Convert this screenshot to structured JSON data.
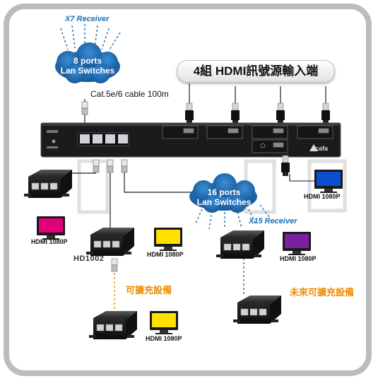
{
  "title": "4組 HDMI訊號源輸入端",
  "cable_label": "Cat.5e/6 cable 100m",
  "switch_top": {
    "line1": "8 ports",
    "line2": "Lan Switches"
  },
  "switch_mid": {
    "line1": "16 ports",
    "line2": "Lan Switches"
  },
  "receiver_top": "X7 Receiver",
  "receiver_mid": "X15 Receiver",
  "model": "HD1002",
  "expandable": "可擴充設備",
  "future_expandable": "未來可擴充設備",
  "brand": "cafa",
  "display_labels": {
    "magenta": "HDMI 1080P",
    "yellow_top": "HDMI 1080P",
    "blue": "HDMI 1080P",
    "purple": "HDMI 1080P",
    "yellow_bottom": "HDMI 1080P"
  },
  "colors": {
    "cloud": "#1a6fb5",
    "orange_text": "#f08a00",
    "screen_magenta": "#e0007a",
    "screen_yellow": "#ffe000",
    "screen_blue": "#0b4fd0",
    "screen_purple": "#7a1fa0"
  }
}
